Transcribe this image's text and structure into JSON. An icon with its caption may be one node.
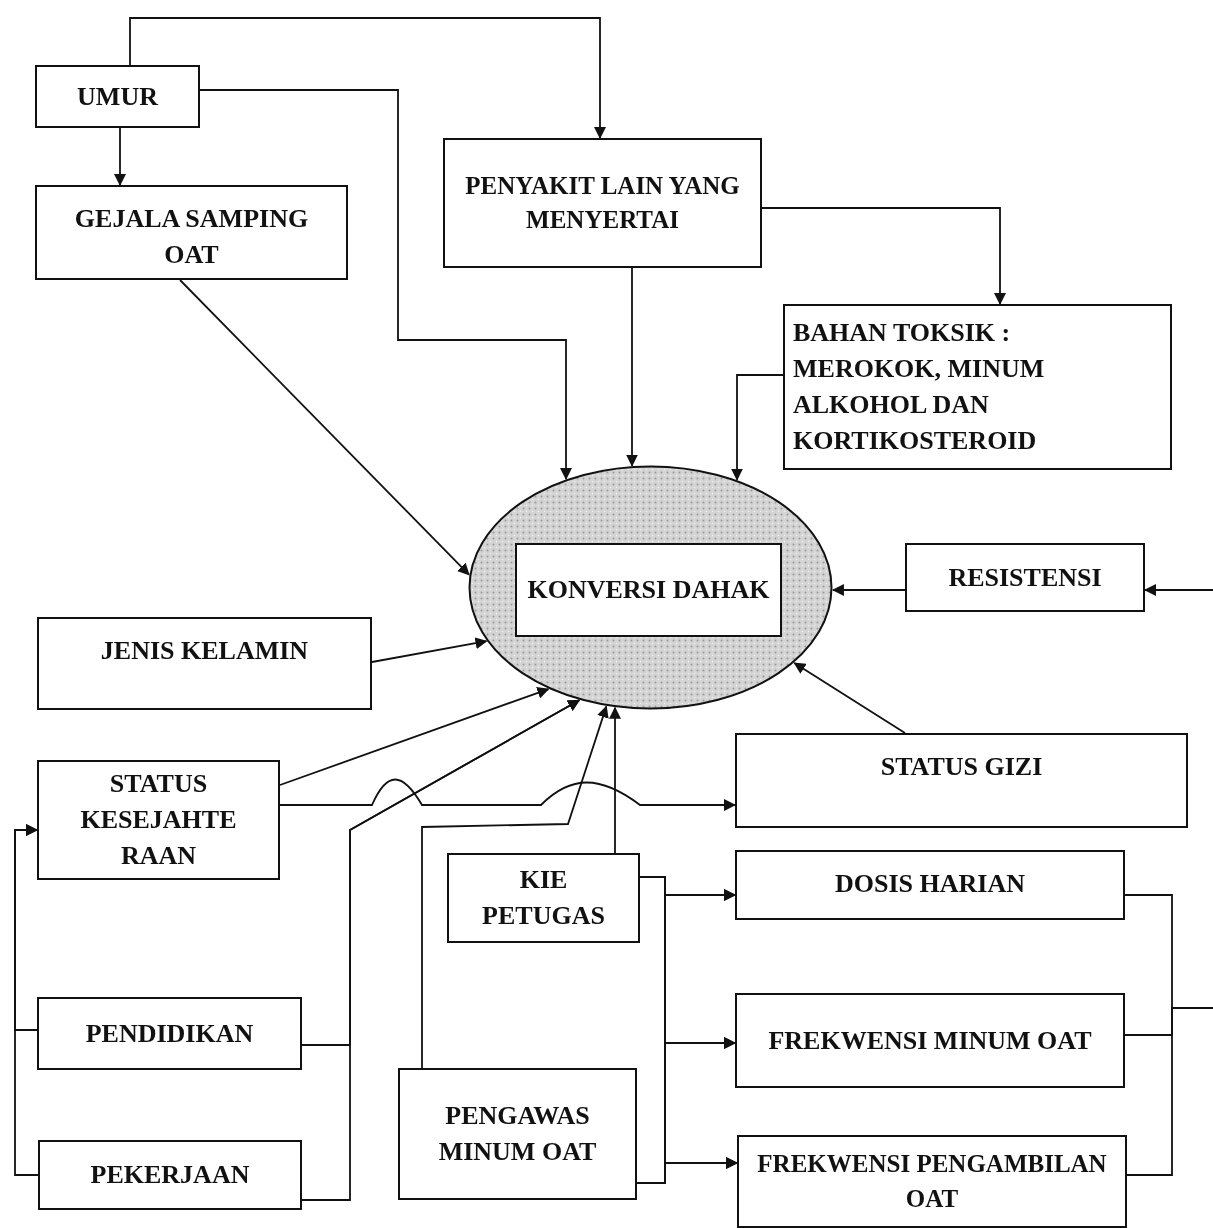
{
  "diagram": {
    "nodes": [
      {
        "text": [
          "UMUR"
        ]
      },
      {
        "text": [
          "GEJALA SAMPING OAT"
        ]
      },
      {
        "text": [
          "PENYAKIT LAIN YANG MENYERTAI"
        ]
      },
      {
        "text": [
          "BAHAN TOKSIK : MEROKOK, MINUM ALKOHOL DAN KORTIKOSTEROID"
        ]
      },
      {
        "text": [],
        "shape": "ellipse"
      },
      {
        "text": [
          "KONVERSI DAHAK"
        ],
        "in": 4
      },
      {
        "text": [
          "RESISTENSI"
        ]
      },
      {
        "text": [
          "JENIS KELAMIN"
        ]
      },
      {
        "text": [
          "STATUS KESEJAHTE RAAN"
        ]
      },
      {
        "text": [
          "STATUS GIZI"
        ]
      },
      {
        "text": [
          "KIE PETUGAS"
        ]
      },
      {
        "text": [
          "DOSIS HARIAN"
        ]
      },
      {
        "text": [
          "PENDIDIKAN"
        ]
      },
      {
        "text": [
          "FREKWENSI MINUM OAT"
        ]
      },
      {
        "text": [
          "PENGAWAS MINUM OAT"
        ]
      },
      {
        "text": [
          "PEKERJAAN"
        ]
      },
      {
        "text": [
          "FREKWENSI PENGAMBILAN OAT"
        ]
      }
    ],
    "edges": [
      {
        "from": 0,
        "to": 1,
        "arrow": "to"
      },
      {
        "from": 0,
        "to": 2,
        "arrow": "to"
      },
      {
        "from": 0,
        "to": 4,
        "arrow": "to"
      },
      {
        "from": 2,
        "to": 3,
        "arrow": "to"
      },
      {
        "from": 2,
        "to": 4,
        "arrow": "to"
      },
      {
        "from": 3,
        "to": 4,
        "arrow": "to"
      },
      {
        "from": 1,
        "to": 4,
        "arrow": "to"
      },
      {
        "from": null,
        "to": 6,
        "arrow": "to"
      },
      {
        "from": 6,
        "to": 4,
        "arrow": "to"
      },
      {
        "from": 7,
        "to": 4,
        "arrow": "to"
      },
      {
        "from": 8,
        "to": 4,
        "arrow": "to"
      },
      {
        "from": 8,
        "to": 9,
        "arrow": "to"
      },
      {
        "from": 9,
        "to": 4,
        "arrow": "to"
      },
      {
        "from": 12,
        "to": 4,
        "arrow": "to"
      },
      {
        "from": 15,
        "to": 4,
        "arrow": "to"
      },
      {
        "from": 12,
        "to": 8,
        "arrow": "to"
      },
      {
        "from": 15,
        "to": 8,
        "arrow": "to"
      },
      {
        "from": 14,
        "to": 4,
        "arrow": "to"
      },
      {
        "from": 10,
        "to": 4,
        "arrow": "to"
      },
      {
        "from": 10,
        "to": 11,
        "arrow": "to"
      },
      {
        "from": 10,
        "to": 13,
        "arrow": "to"
      },
      {
        "from": 10,
        "to": 16,
        "arrow": "to"
      },
      {
        "from": 14,
        "to": 11,
        "arrow": "to"
      },
      {
        "from": 14,
        "to": 13,
        "arrow": "to"
      },
      {
        "from": 14,
        "to": 16,
        "arrow": "to"
      },
      {
        "from": 11,
        "to": null,
        "arrow": "none"
      },
      {
        "from": 13,
        "to": null,
        "arrow": "none"
      },
      {
        "from": 16,
        "to": null,
        "arrow": "none"
      }
    ]
  }
}
